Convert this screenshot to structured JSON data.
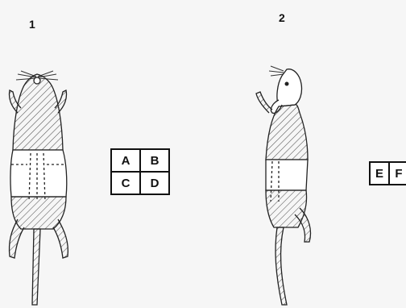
{
  "figure": {
    "panel1": {
      "label": "1"
    },
    "panel2": {
      "label": "2"
    },
    "legend_grid": {
      "cells": [
        "A",
        "B",
        "C",
        "D"
      ]
    },
    "legend_grid_partial": {
      "cells": [
        "E",
        "F"
      ]
    }
  }
}
